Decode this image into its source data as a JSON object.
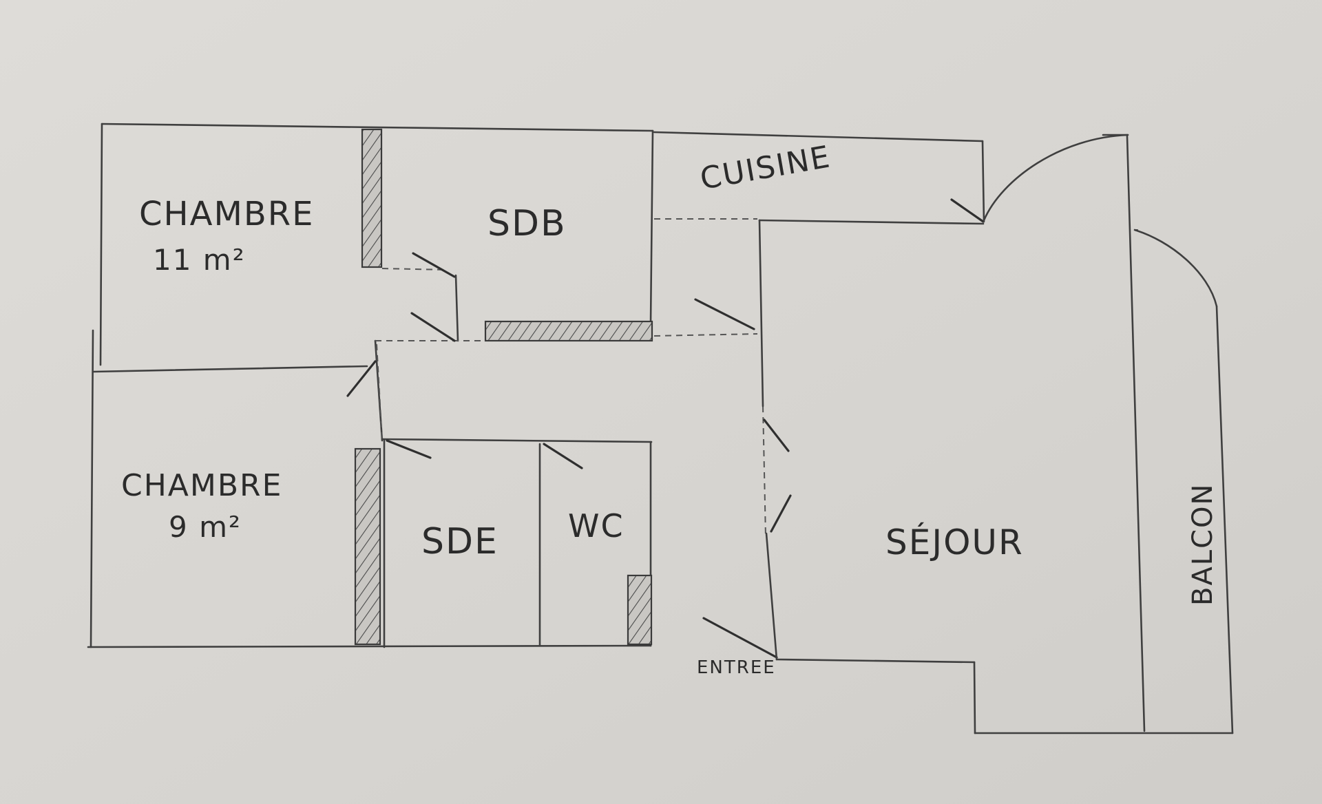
{
  "rooms": {
    "chambre1_name": "CHAMBRE",
    "chambre1_area": "11 m²",
    "chambre2_name": "CHAMBRE",
    "chambre2_area": "9 m²",
    "sdb": "SDB",
    "sde": "SDE",
    "wc": "WC",
    "cuisine": "CUISINE",
    "sejour": "SÉJOUR",
    "balcon": "BALCON",
    "entree": "ENTREE"
  },
  "colors": {
    "paper": "#d9d7d3",
    "pencil": "#3f3f3f"
  }
}
